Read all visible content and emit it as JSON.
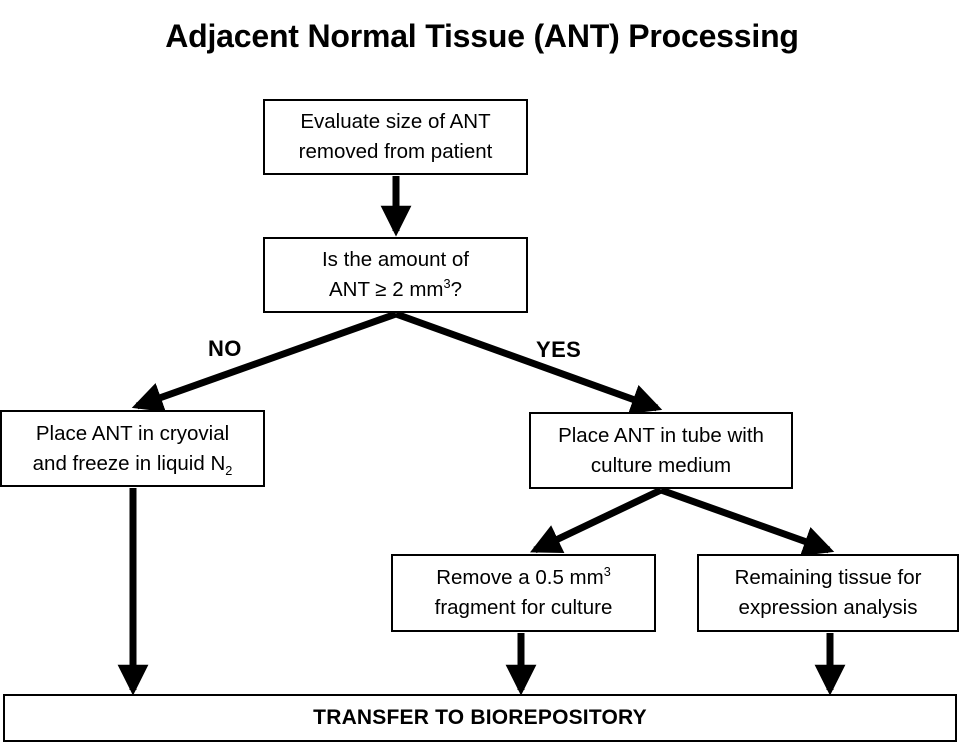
{
  "diagram": {
    "title": "Adjacent Normal Tissue (ANT) Processing",
    "type": "flowchart",
    "background_color": "#ffffff",
    "stroke_color": "#000000",
    "nodes": [
      {
        "id": "evaluate",
        "shape": "rectangle",
        "line1": "Evaluate size of ANT",
        "line2": "removed from patient"
      },
      {
        "id": "decision",
        "shape": "rectangle",
        "line1": "Is the amount of",
        "line2_prefix": "ANT ≥ 2 mm",
        "line2_sup": "3",
        "line2_suffix": "?"
      },
      {
        "id": "cryovial",
        "shape": "rectangle",
        "line1": "Place ANT in cryovial",
        "line2_prefix": "and freeze in liquid N",
        "line2_sub": "2",
        "line2_suffix": ""
      },
      {
        "id": "tube",
        "shape": "rectangle",
        "line1": "Place ANT in tube with",
        "line2": "culture medium"
      },
      {
        "id": "fragment",
        "shape": "rectangle",
        "line1_prefix": "Remove a 0.5 mm",
        "line1_sup": "3",
        "line2": "fragment for culture"
      },
      {
        "id": "remaining",
        "shape": "rectangle",
        "line1": "Remaining tissue for",
        "line2": "expression analysis"
      },
      {
        "id": "transfer",
        "shape": "rectangle",
        "label": "TRANSFER TO BIOREPOSITORY"
      }
    ],
    "edge_labels": {
      "no": "NO",
      "yes": "YES"
    },
    "edges": [
      {
        "from": "evaluate",
        "to": "decision",
        "label": ""
      },
      {
        "from": "decision",
        "to": "cryovial",
        "label": "NO"
      },
      {
        "from": "decision",
        "to": "tube",
        "label": "YES"
      },
      {
        "from": "tube",
        "to": "fragment",
        "label": ""
      },
      {
        "from": "tube",
        "to": "remaining",
        "label": ""
      },
      {
        "from": "cryovial",
        "to": "transfer",
        "label": ""
      },
      {
        "from": "fragment",
        "to": "transfer",
        "label": ""
      },
      {
        "from": "remaining",
        "to": "transfer",
        "label": ""
      }
    ]
  }
}
